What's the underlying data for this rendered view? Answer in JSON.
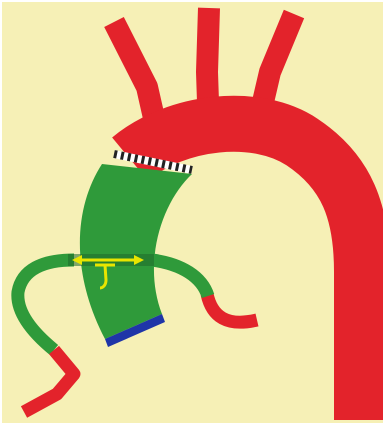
{
  "diagram": {
    "subject": "aortic-arch-hybrid-graft",
    "colors": {
      "background": "#f6f0b6",
      "vessel": "#e3232b",
      "graft": "#2f9a3a",
      "graft_dark": "#1f6a2a",
      "landing_zone": "#1f35a8",
      "marker": "#e8e500",
      "suture_dark": "#222222",
      "suture_light": "#ffffff"
    },
    "parts": [
      "ascending-aorta-graft",
      "arch",
      "descending-aorta",
      "brachiocephalic-trunk",
      "left-common-carotid",
      "left-subclavian",
      "left-bypass-branch",
      "right-bypass-branch",
      "anastomosis-suture-line",
      "distal-landing-zone",
      "bidirectional-arrow",
      "t-marker"
    ]
  }
}
